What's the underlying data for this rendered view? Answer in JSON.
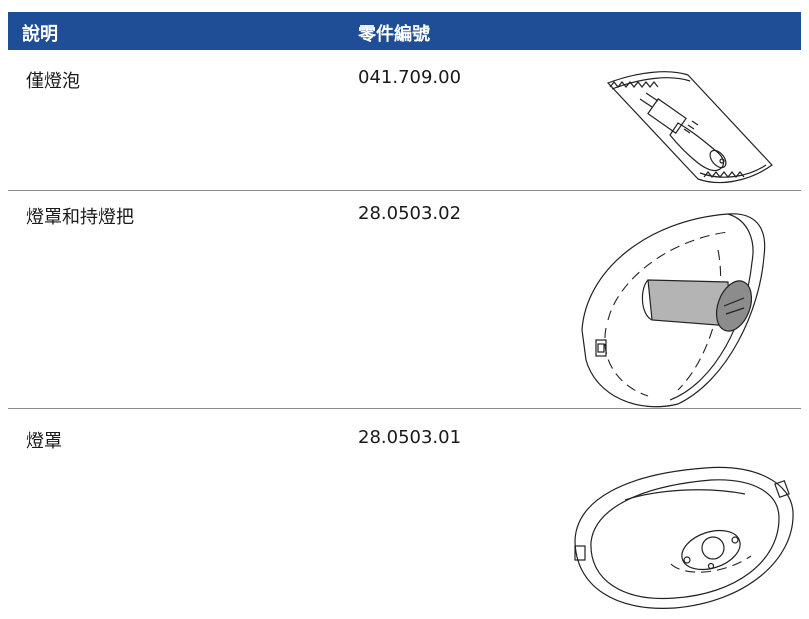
{
  "table": {
    "headers": {
      "description": "說明",
      "part_number": "零件編號"
    },
    "rows": [
      {
        "description": "僅燈泡",
        "part_number": "041.709.00",
        "image_icon": "bulb-package-illustration"
      },
      {
        "description": "燈罩和持燈把",
        "part_number": "28.0503.02",
        "image_icon": "lamp-cover-with-holder-illustration"
      },
      {
        "description": "燈罩",
        "part_number": "28.0503.01",
        "image_icon": "lamp-cover-illustration"
      }
    ]
  },
  "colors": {
    "header_bg": "#1f4e96",
    "header_text": "#ffffff",
    "divider": "#8a8a8a"
  }
}
